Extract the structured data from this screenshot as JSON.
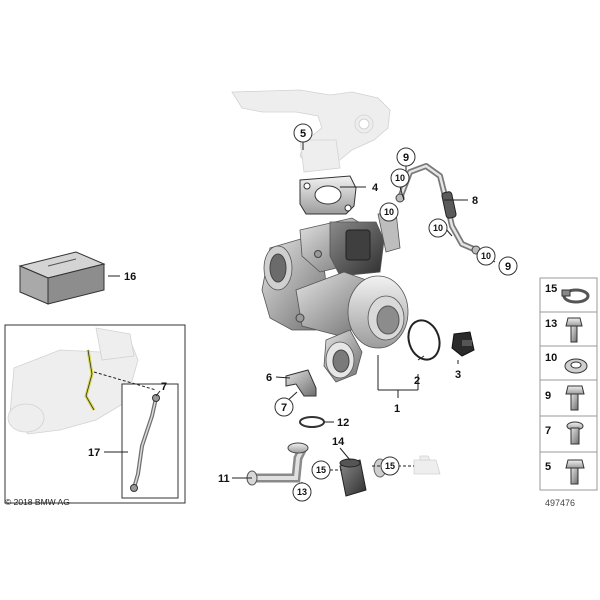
{
  "diagram": {
    "copyright": "© 2018 BMW AG",
    "document_number": "497476",
    "callouts": {
      "c5": "5",
      "c4": "4",
      "c9a": "9",
      "c10a": "10",
      "c10b": "10",
      "c8": "8",
      "c10c": "10",
      "c10d": "10",
      "c9b": "9",
      "c16": "16",
      "c2": "2",
      "c3": "3",
      "c1": "1",
      "c6": "6",
      "c7a": "7",
      "c12": "12",
      "c14": "14",
      "c11": "11",
      "c15a": "15",
      "c15b": "15",
      "c13a": "13",
      "c17": "17",
      "c7b": "7"
    },
    "legend": [
      {
        "number": "15",
        "icon": "hose-clamp-icon"
      },
      {
        "number": "13",
        "icon": "hex-bolt-icon"
      },
      {
        "number": "10",
        "icon": "sealing-ring-icon"
      },
      {
        "number": "9",
        "icon": "hollow-bolt-icon"
      },
      {
        "number": "7",
        "icon": "screw-icon"
      },
      {
        "number": "5",
        "icon": "collar-screw-icon"
      }
    ]
  }
}
